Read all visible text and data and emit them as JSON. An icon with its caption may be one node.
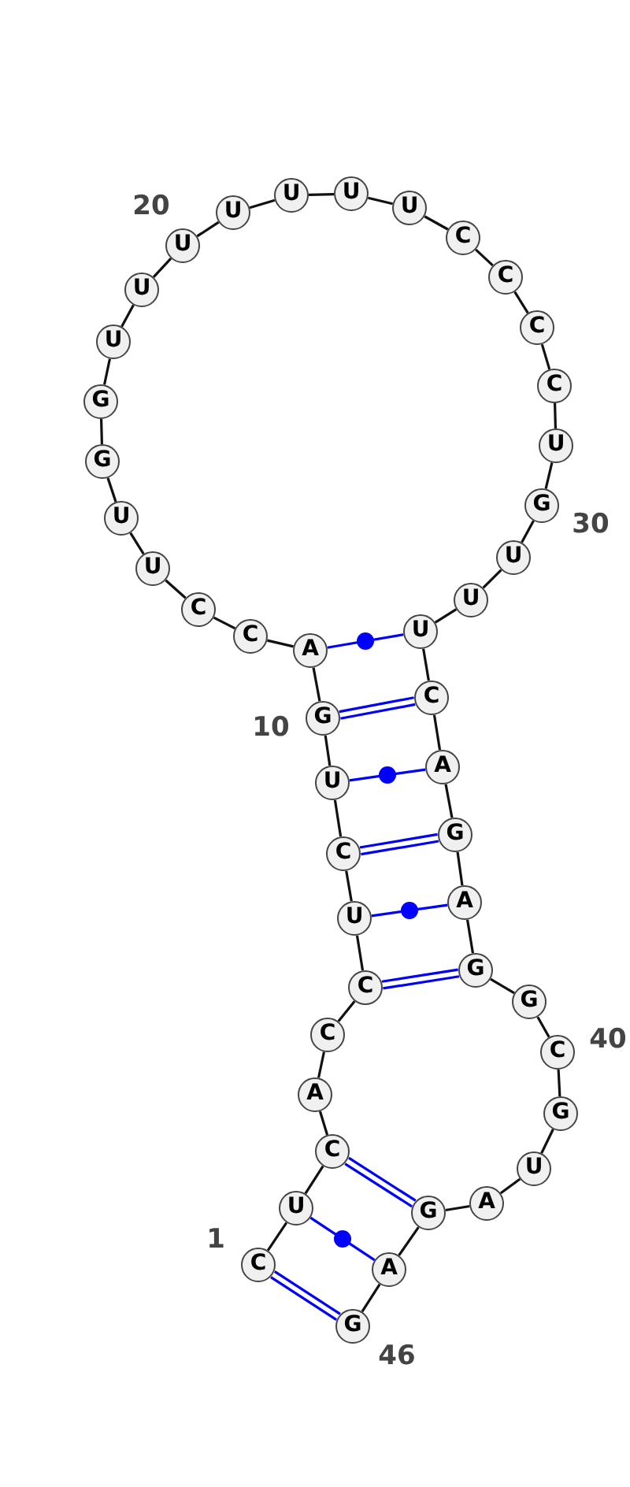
{
  "diagram": {
    "nodes": [
      {
        "text": [
          "C"
        ],
        "beside": [
          "1"
        ]
      },
      {
        "text": [
          "U"
        ]
      },
      {
        "text": [
          "C"
        ]
      },
      {
        "text": [
          "A"
        ]
      },
      {
        "text": [
          "C"
        ]
      },
      {
        "text": [
          "C"
        ]
      },
      {
        "text": [
          "U"
        ]
      },
      {
        "text": [
          "C"
        ]
      },
      {
        "text": [
          "U"
        ]
      },
      {
        "text": [
          "G"
        ],
        "beside": [
          "10"
        ]
      },
      {
        "text": [
          "A"
        ]
      },
      {
        "text": [
          "C"
        ]
      },
      {
        "text": [
          "C"
        ]
      },
      {
        "text": [
          "U"
        ]
      },
      {
        "text": [
          "U"
        ]
      },
      {
        "text": [
          "G"
        ]
      },
      {
        "text": [
          "G"
        ]
      },
      {
        "text": [
          "U"
        ]
      },
      {
        "text": [
          "U"
        ]
      },
      {
        "text": [
          "U"
        ],
        "beside": [
          "20"
        ]
      },
      {
        "text": [
          "U"
        ]
      },
      {
        "text": [
          "U"
        ]
      },
      {
        "text": [
          "U"
        ]
      },
      {
        "text": [
          "U"
        ]
      },
      {
        "text": [
          "C"
        ]
      },
      {
        "text": [
          "C"
        ]
      },
      {
        "text": [
          "C"
        ]
      },
      {
        "text": [
          "C"
        ]
      },
      {
        "text": [
          "U"
        ]
      },
      {
        "text": [
          "G"
        ],
        "beside": [
          "30"
        ]
      },
      {
        "text": [
          "U"
        ]
      },
      {
        "text": [
          "U"
        ]
      },
      {
        "text": [
          "U"
        ]
      },
      {
        "text": [
          "C"
        ]
      },
      {
        "text": [
          "A"
        ]
      },
      {
        "text": [
          "G"
        ]
      },
      {
        "text": [
          "A"
        ]
      },
      {
        "text": [
          "G"
        ]
      },
      {
        "text": [
          "G"
        ]
      },
      {
        "text": [
          "C"
        ],
        "beside": [
          "40"
        ]
      },
      {
        "text": [
          "G"
        ]
      },
      {
        "text": [
          "U"
        ]
      },
      {
        "text": [
          "A"
        ]
      },
      {
        "text": [
          "G"
        ]
      },
      {
        "text": [
          "A"
        ]
      },
      {
        "text": [
          "G"
        ],
        "beside": [
          "46"
        ]
      }
    ],
    "edges": [
      {
        "from": 0,
        "to": 1,
        "arrow": "none"
      },
      {
        "from": 1,
        "to": 2,
        "arrow": "none"
      },
      {
        "from": 2,
        "to": 3,
        "arrow": "none"
      },
      {
        "from": 3,
        "to": 4,
        "arrow": "none"
      },
      {
        "from": 4,
        "to": 5,
        "arrow": "none"
      },
      {
        "from": 5,
        "to": 6,
        "arrow": "none"
      },
      {
        "from": 6,
        "to": 7,
        "arrow": "none"
      },
      {
        "from": 7,
        "to": 8,
        "arrow": "none"
      },
      {
        "from": 8,
        "to": 9,
        "arrow": "none"
      },
      {
        "from": 9,
        "to": 10,
        "arrow": "none"
      },
      {
        "from": 10,
        "to": 11,
        "arrow": "none"
      },
      {
        "from": 11,
        "to": 12,
        "arrow": "none"
      },
      {
        "from": 12,
        "to": 13,
        "arrow": "none"
      },
      {
        "from": 13,
        "to": 14,
        "arrow": "none"
      },
      {
        "from": 14,
        "to": 15,
        "arrow": "none"
      },
      {
        "from": 15,
        "to": 16,
        "arrow": "none"
      },
      {
        "from": 16,
        "to": 17,
        "arrow": "none"
      },
      {
        "from": 17,
        "to": 18,
        "arrow": "none"
      },
      {
        "from": 18,
        "to": 19,
        "arrow": "none"
      },
      {
        "from": 19,
        "to": 20,
        "arrow": "none"
      },
      {
        "from": 20,
        "to": 21,
        "arrow": "none"
      },
      {
        "from": 21,
        "to": 22,
        "arrow": "none"
      },
      {
        "from": 22,
        "to": 23,
        "arrow": "none"
      },
      {
        "from": 23,
        "to": 24,
        "arrow": "none"
      },
      {
        "from": 24,
        "to": 25,
        "arrow": "none"
      },
      {
        "from": 25,
        "to": 26,
        "arrow": "none"
      },
      {
        "from": 26,
        "to": 27,
        "arrow": "none"
      },
      {
        "from": 27,
        "to": 28,
        "arrow": "none"
      },
      {
        "from": 28,
        "to": 29,
        "arrow": "none"
      },
      {
        "from": 29,
        "to": 30,
        "arrow": "none"
      },
      {
        "from": 30,
        "to": 31,
        "arrow": "none"
      },
      {
        "from": 31,
        "to": 32,
        "arrow": "none"
      },
      {
        "from": 32,
        "to": 33,
        "arrow": "none"
      },
      {
        "from": 33,
        "to": 34,
        "arrow": "none"
      },
      {
        "from": 34,
        "to": 35,
        "arrow": "none"
      },
      {
        "from": 35,
        "to": 36,
        "arrow": "none"
      },
      {
        "from": 36,
        "to": 37,
        "arrow": "none"
      },
      {
        "from": 37,
        "to": 38,
        "arrow": "none"
      },
      {
        "from": 38,
        "to": 39,
        "arrow": "none"
      },
      {
        "from": 39,
        "to": 40,
        "arrow": "none"
      },
      {
        "from": 40,
        "to": 41,
        "arrow": "none"
      },
      {
        "from": 41,
        "to": 42,
        "arrow": "none"
      },
      {
        "from": 42,
        "to": 43,
        "arrow": "none"
      },
      {
        "from": 43,
        "to": 44,
        "arrow": "none"
      },
      {
        "from": 44,
        "to": 45,
        "arrow": "none"
      },
      {
        "from": 0,
        "to": 45,
        "arrow": "none",
        "color": "#0000ff"
      },
      {
        "from": 1,
        "to": 44,
        "arrow": "none",
        "color": "#0000ff"
      },
      {
        "from": 2,
        "to": 43,
        "arrow": "none",
        "color": "#0000ff"
      },
      {
        "from": 5,
        "to": 37,
        "arrow": "none",
        "color": "#0000ff"
      },
      {
        "from": 6,
        "to": 36,
        "arrow": "none",
        "color": "#0000ff"
      },
      {
        "from": 7,
        "to": 35,
        "arrow": "none",
        "color": "#0000ff"
      },
      {
        "from": 8,
        "to": 34,
        "arrow": "none",
        "color": "#0000ff"
      },
      {
        "from": 9,
        "to": 33,
        "arrow": "none",
        "color": "#0000ff"
      },
      {
        "from": 10,
        "to": 32,
        "arrow": "none",
        "color": "#0000ff"
      }
    ]
  }
}
